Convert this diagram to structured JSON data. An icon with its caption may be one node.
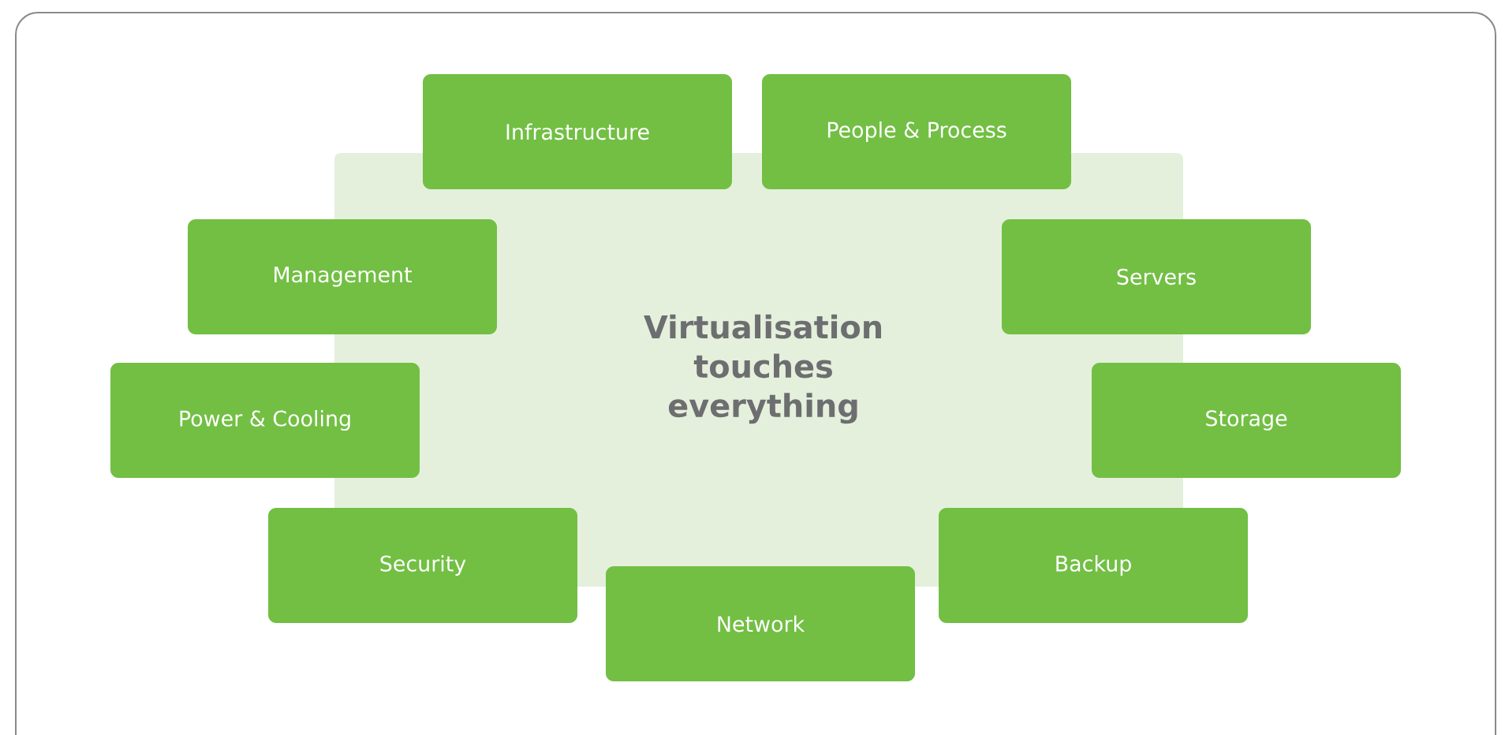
{
  "diagram": {
    "nodes": [
      {
        "text": [
          "Virtualisation touches everything"
        ]
      },
      {
        "text": [
          "Infrastructure"
        ]
      },
      {
        "text": [
          "People & Process"
        ]
      },
      {
        "text": [
          "Management"
        ]
      },
      {
        "text": [
          "Servers"
        ]
      },
      {
        "text": [
          "Power & Cooling"
        ]
      },
      {
        "text": [
          "Storage"
        ]
      },
      {
        "text": [
          "Security"
        ]
      },
      {
        "text": [
          "Backup"
        ]
      },
      {
        "text": [
          "Network"
        ]
      }
    ]
  }
}
